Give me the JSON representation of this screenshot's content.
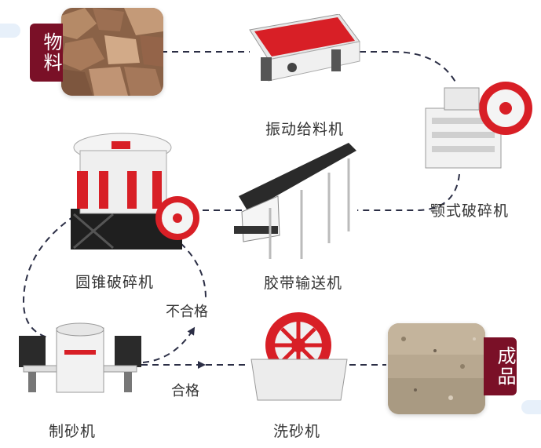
{
  "colors": {
    "tag_bg": "#7a1027",
    "arrow": "#2b2e45",
    "machine_red": "#d81f26",
    "machine_white": "#f2f2f2",
    "rock_brown": "#a0704a",
    "sand": "#b8a890",
    "pill": "#e7f0fa"
  },
  "tags": {
    "raw_material": "物料",
    "product": "成品"
  },
  "nodes": {
    "vibrating_feeder": "振动给料机",
    "jaw_crusher": "颚式破碎机",
    "belt_conveyor": "胶带输送机",
    "cone_crusher": "圆锥破碎机",
    "sand_maker": "制砂机",
    "sand_washer": "洗砂机"
  },
  "edges": {
    "unqualified": "不合格",
    "qualified": "合格"
  }
}
